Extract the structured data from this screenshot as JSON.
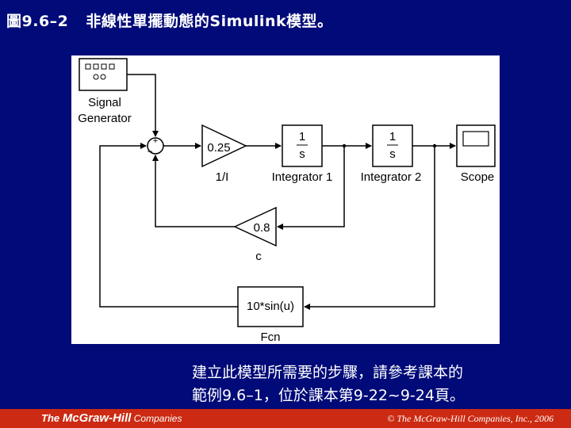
{
  "slide": {
    "figure_number": "圖9.6–2",
    "title_text": "非線性單擺動態的Simulink模型。"
  },
  "diagram": {
    "signal_generator_label_line1": "Signal",
    "signal_generator_label_line2": "Generator",
    "sum_plus": "+",
    "sum_minus": "−",
    "gain_main_value": "0.25",
    "gain_main_label": "1/I",
    "integrator1_num": "1",
    "integrator1_den": "s",
    "integrator1_label": "Integrator 1",
    "integrator2_num": "1",
    "integrator2_den": "s",
    "integrator2_label": "Integrator 2",
    "scope_label": "Scope",
    "gain_feedback_value": "0.8",
    "gain_feedback_label": "c",
    "fcn_expression": "10*sin(u)",
    "fcn_label": "Fcn"
  },
  "caption": {
    "line1": "建立此模型所需要的步驟，請參考課本的",
    "line2": "範例9.6–1，位於課本第9-22~9-24頁。"
  },
  "footer": {
    "logo_the": "The ",
    "logo_name": "McGraw-Hill",
    "logo_companies": " Companies",
    "copyright": "© The McGraw-Hill Companies, Inc., 2006"
  },
  "colors": {
    "background": "#000a78",
    "footer_bar": "#cc2a12",
    "diagram_background": "#ffffff",
    "diagram_ink": "#000000"
  }
}
